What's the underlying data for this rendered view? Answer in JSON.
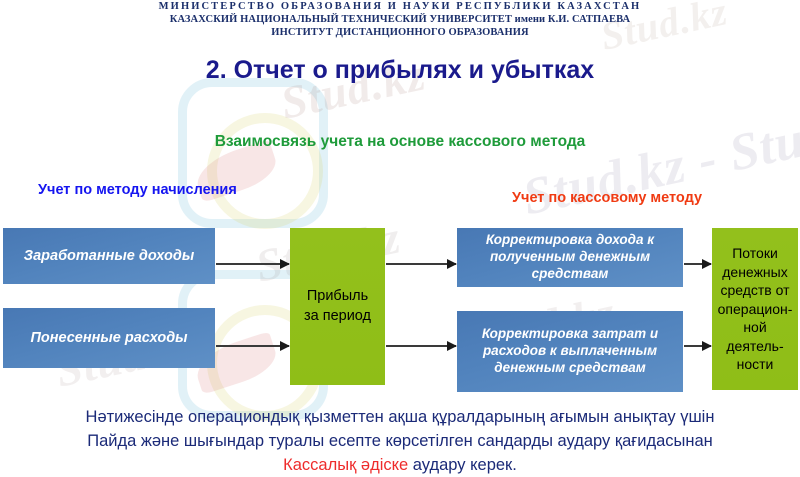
{
  "header": {
    "line1": "МИНИСТЕРСТВО   ОБРАЗОВАНИЯ  И  НАУКИ  РЕСПУБЛИКИ  КАЗАХСТАН",
    "line2": "КАЗАХСКИЙ НАЦИОНАЛЬНЫЙ ТЕХНИЧЕСКИЙ УНИВЕРСИТЕТ имени К.И. САТПАЕВА",
    "line3": "ИНСТИТУТ ДИСТАНЦИОННОГО ОБРАЗОВАНИЯ"
  },
  "title": "2. Отчет о прибылях и убытках",
  "subtitle": "Взаимосвязь учета на основе кассового метода",
  "labels": {
    "left": "Учет по методу  начисления",
    "right": "Учет по кассовому методу"
  },
  "diagram": {
    "boxes": [
      {
        "id": "earned",
        "text": "Заработанные доходы",
        "color": "#5183bd"
      },
      {
        "id": "incurred",
        "text": "Понесенные расходы",
        "color": "#5183bd"
      },
      {
        "id": "profit",
        "text": "Прибыль\nза период",
        "color": "#93c01c"
      },
      {
        "id": "adj_income",
        "text": "Корректировка дохода к полученным  денежным средствам",
        "color": "#5183bd"
      },
      {
        "id": "adj_expense",
        "text": "Корректировка затрат и расходов к выплаченным денежным средствам",
        "color": "#5183bd"
      },
      {
        "id": "flows",
        "text": "Потоки денежных средств от операцион-ной деятель-ности",
        "color": "#93c01c"
      }
    ],
    "arrow_count": 6
  },
  "footer": {
    "line1": "Нәтижесінде операциондық қызметтен ақша құралдарының ағымын анықтау үшін",
    "line2": "Пайда және шығындар туралы есепте көрсетілген сандарды  аудару қағидасынан",
    "line3_highlight": "Кассалық әдіске",
    "line3_rest": " аудару керек."
  },
  "watermark": {
    "text": "Stud.kz",
    "text_alt": "Stud.kz - Stud.kz"
  },
  "colors": {
    "title": "#1a1a8c",
    "subtitle_green": "#1e9b3a",
    "label_blue": "#1515f0",
    "label_red": "#f03a12",
    "box_blue": "#5183bd",
    "box_green": "#93c01c",
    "footer_navy": "#1b2a78",
    "footer_red": "#ee2c2c"
  }
}
